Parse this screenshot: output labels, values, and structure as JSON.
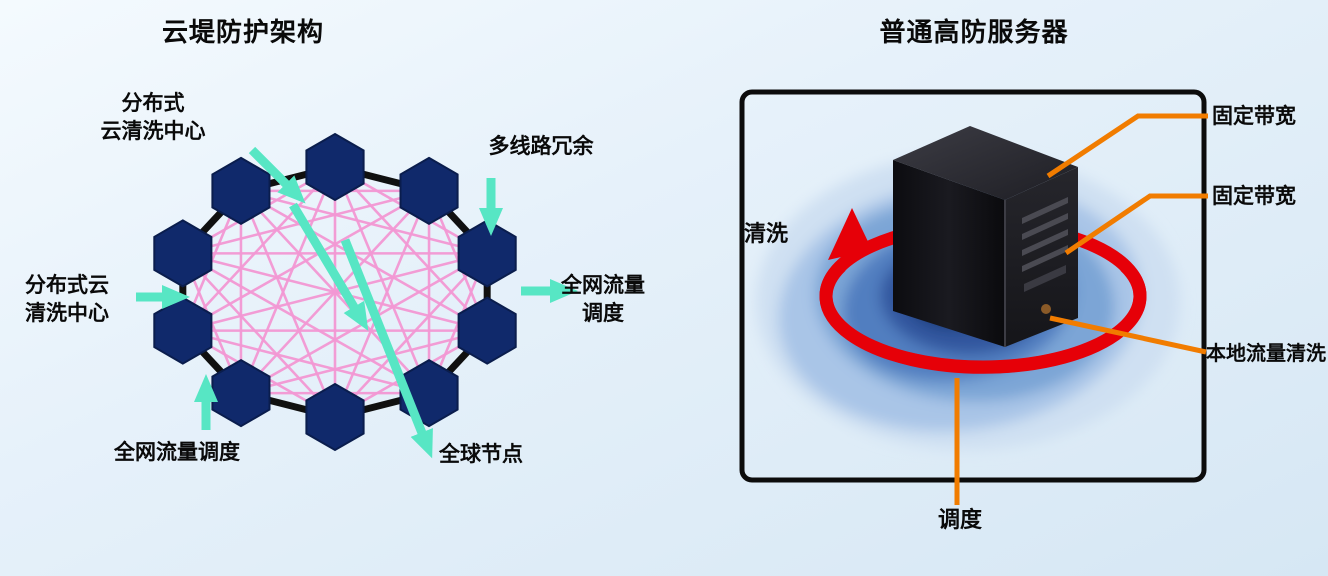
{
  "left_panel": {
    "title": "云堤防护架构",
    "nodes": {
      "count": 10,
      "shape": "hexagon"
    },
    "labels": {
      "distributed_cleaning_top": "分布式\n云清洗中心",
      "multi_line_redundancy": "多线路冗余",
      "distributed_cleaning_left": "分布式云\n清洗中心",
      "global_traffic_dispatch_right": "全网流量\n调度",
      "global_traffic_dispatch_bottom": "全网流量调度",
      "global_nodes": "全球节点"
    },
    "colors": {
      "node_fill": "#10296b",
      "ring_link": "#101010",
      "mesh_link": "#f398d4",
      "arrow": "#57e6c4"
    }
  },
  "right_panel": {
    "title": "普通高防服务器",
    "labels": {
      "cleaning": "清洗",
      "fixed_bandwidth_1": "固定带宽",
      "fixed_bandwidth_2": "固定带宽",
      "local_traffic_cleaning": "本地流量清洗",
      "dispatch": "调度"
    },
    "colors": {
      "cycle_arrow": "#e60008",
      "leader_line": "#f17c00",
      "server_body": "#101013",
      "blob_core": "#1e3c7c"
    }
  }
}
